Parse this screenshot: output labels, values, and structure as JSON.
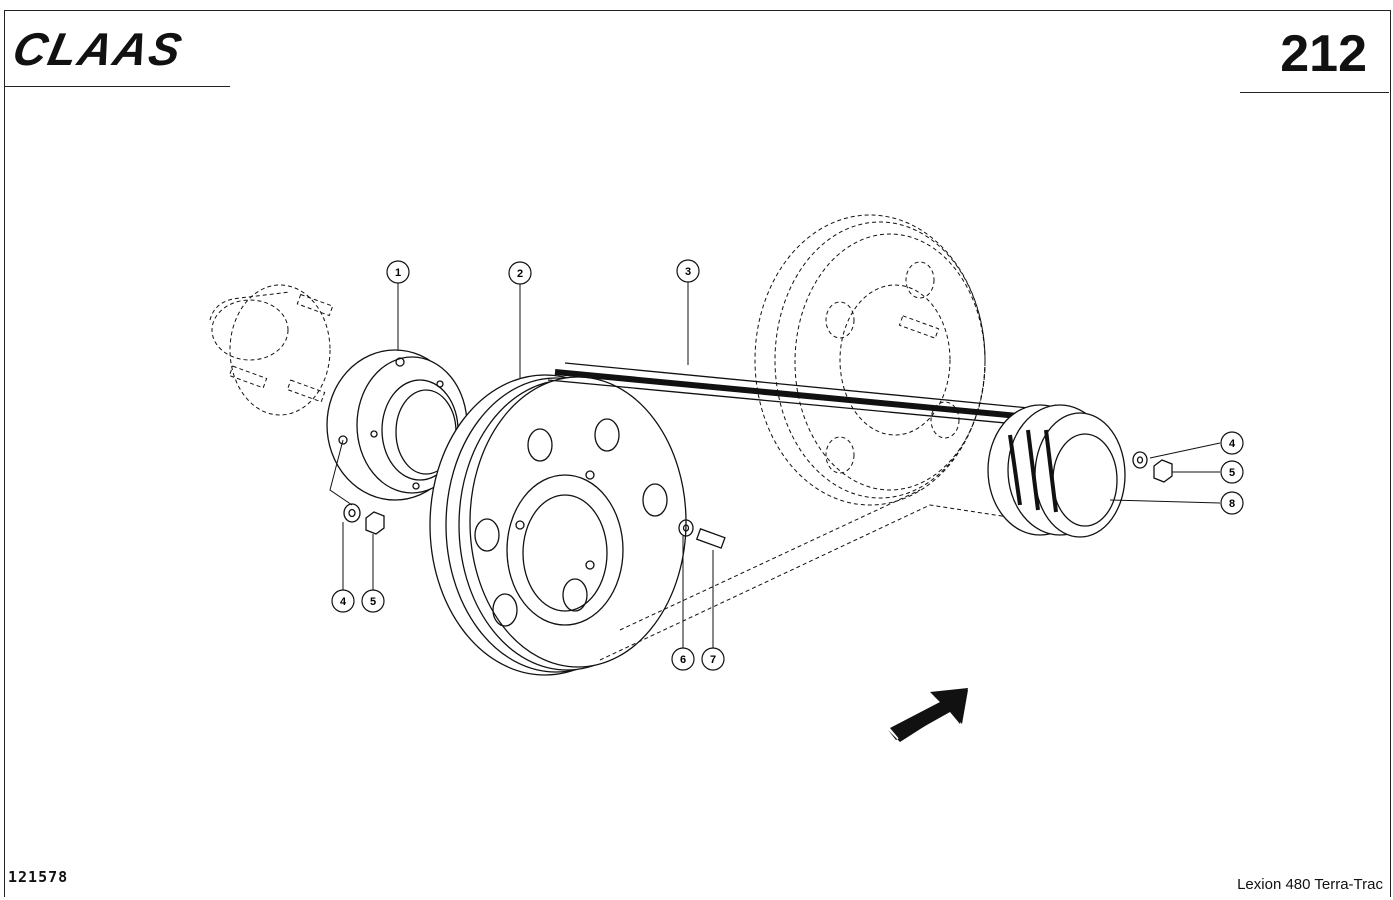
{
  "header": {
    "brand_logo": "CLAAS",
    "page_number": "212"
  },
  "footer": {
    "drawing_id": "121578",
    "model_name": "Lexion 480 Terra-Trac"
  },
  "callouts": [
    "1",
    "2",
    "3",
    "4",
    "5",
    "8",
    "4",
    "5",
    "6",
    "7"
  ]
}
